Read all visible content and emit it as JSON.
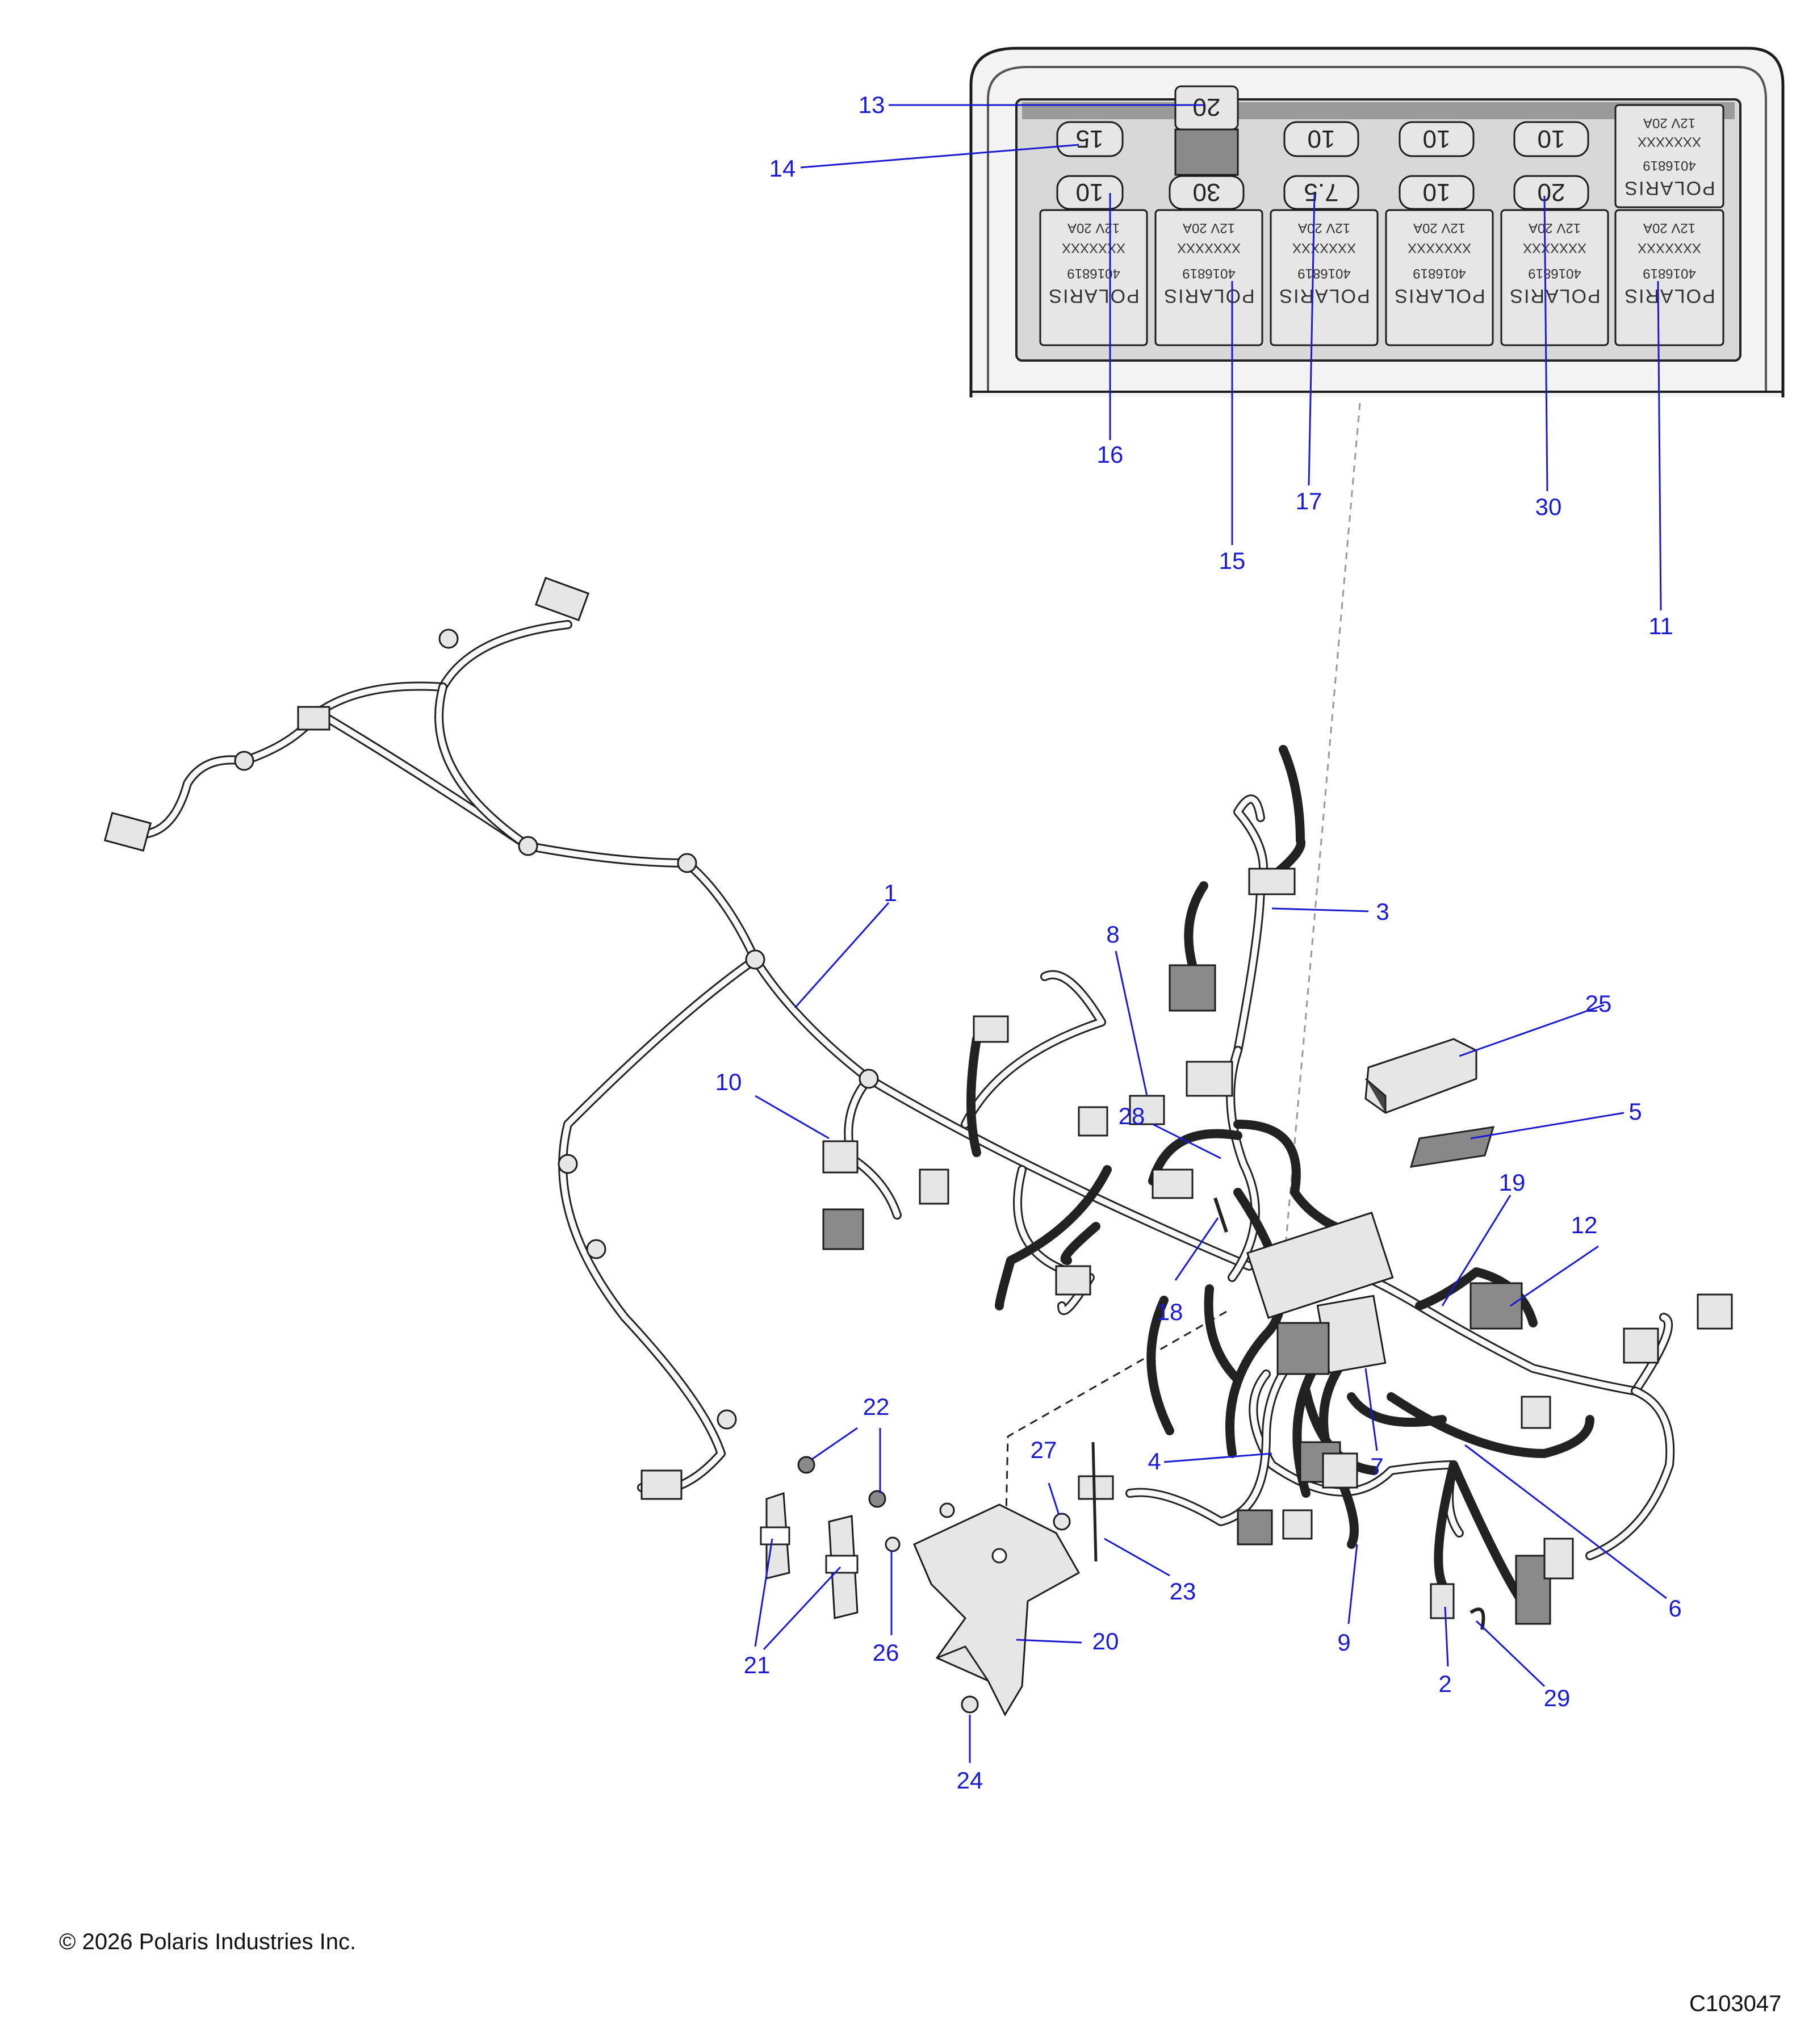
{
  "fuse_box": {
    "fuses_top_row": [
      "20",
      "15",
      "10",
      "10",
      "10"
    ],
    "fuses_second_row": [
      "10",
      "30",
      "7.5",
      "10",
      "20"
    ],
    "relay": {
      "brand": "POLARIS",
      "part_number": "4016819",
      "rating": "12V 20A",
      "code": "XXXXXXX"
    }
  },
  "callouts": [
    "13",
    "14",
    "16",
    "15",
    "17",
    "30",
    "11",
    "1",
    "8",
    "3",
    "25",
    "5",
    "10",
    "28",
    "18",
    "19",
    "12",
    "22",
    "27",
    "4",
    "7",
    "23",
    "9",
    "6",
    "21",
    "26",
    "20",
    "2",
    "29",
    "24"
  ],
  "footer": {
    "copyright": "© 2026 Polaris Industries Inc.",
    "figure_code": "C103047"
  }
}
